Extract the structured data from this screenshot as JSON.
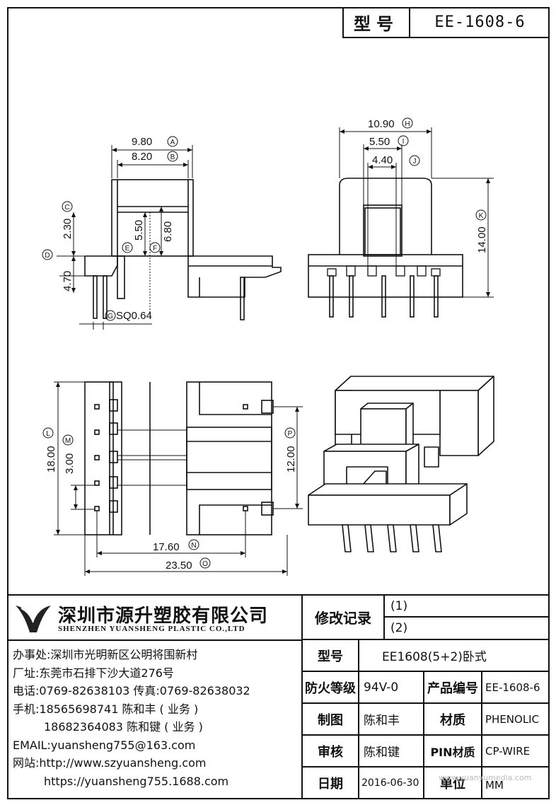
{
  "header": {
    "model_label": "型号",
    "model_value": "EE-1608-6"
  },
  "dimensions": {
    "A": {
      "value": "9.80",
      "tag": "A"
    },
    "B": {
      "value": "8.20",
      "tag": "B"
    },
    "C": {
      "value": "2.30",
      "tag": "C"
    },
    "D": {
      "value": "4.70",
      "tag": "D"
    },
    "E": {
      "value": "5.50",
      "tag": "E"
    },
    "F": {
      "value": "6.80",
      "tag": "F"
    },
    "G": {
      "value": "SQ0.64",
      "tag": "G"
    },
    "H": {
      "value": "10.90",
      "tag": "H"
    },
    "I": {
      "value": "5.50",
      "tag": "I"
    },
    "J": {
      "value": "4.40",
      "tag": "J"
    },
    "K": {
      "value": "14.00",
      "tag": "K"
    },
    "L": {
      "value": "18.00",
      "tag": "L"
    },
    "M": {
      "value": "3.00",
      "tag": "M"
    },
    "N": {
      "value": "17.60",
      "tag": "N"
    },
    "O": {
      "value": "23.50",
      "tag": "O"
    },
    "P": {
      "value": "12.00",
      "tag": "P"
    }
  },
  "company": {
    "name_cn": "深圳市源升塑胶有限公司",
    "name_en": "SHENZHEN YUANSHENG PLASTIC CO.,LTD"
  },
  "contacts": {
    "office": "办事处:深圳市光明新区公明将围新村",
    "factory": "厂址:东莞市石排下沙大道276号",
    "phone": "电话:0769-82638103 传真:0769-82638032",
    "mobile1": "手机:18565698741 陈和丰 ( 业务 )",
    "mobile2": "18682364083 陈和键 ( 业务 )",
    "email": "EMAIL:yuansheng755@163.com",
    "web1": "网站:http://www.szyuansheng.com",
    "web2": "https://yuansheng755.1688.com"
  },
  "revision": {
    "label": "修改记录",
    "r1": "(1)",
    "r2": "(2)"
  },
  "spec": {
    "model_label": "型号",
    "model_value": "EE1608(5+2)卧式",
    "fire_label": "防火等级",
    "fire_value": "94V-0",
    "product_no_label": "产品编号",
    "product_no_value": "EE-1608-6",
    "drawn_label": "制图",
    "drawn_value": "陈和丰",
    "material_label": "材质",
    "material_value": "PHENOLIC",
    "check_label": "审核",
    "check_value": "陈和键",
    "pin_label": "PIN材质",
    "pin_value": "CP-WIRE",
    "date_label": "日期",
    "date_value": "2016-06-30",
    "unit_label": "单位",
    "unit_value": "MM"
  },
  "watermark": "www.yuanyumedia.com"
}
